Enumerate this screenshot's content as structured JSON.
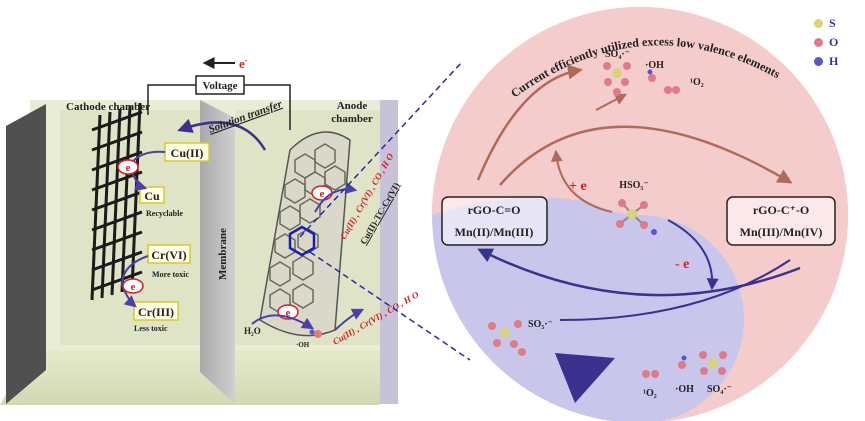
{
  "left_panel": {
    "electron_top": "e",
    "electron_sup": "-",
    "voltage": "Voltage",
    "cathode_chamber": "Cathode chamber",
    "anode_chamber_1": "Anode",
    "anode_chamber_2": "chamber",
    "solution_transfer": "Solution transfer",
    "membrane": "Membrane",
    "cu2": "Cu(II)",
    "cu": "Cu",
    "recyclable": "Recyclable",
    "cr6": "Cr(VI)",
    "more_toxic": "More toxic",
    "cr3": "Cr(III)",
    "less_toxic": "Less toxic",
    "e_bubble": "e",
    "anode_species_1": "Cu(II) , Cr(VI) , CO , H O",
    "anode_complex": "Cu(II)-TC-Cr(VI)",
    "anode_species_2": "Cu(II) , Cr(VI) , CO , H O",
    "h2o": "H₂O",
    "oh": "·OH"
  },
  "right_panel": {
    "arc_title": "Current efficiently utilized excess low valence elements",
    "left_box_line1": "rGO-C=O",
    "left_box_line2": "Mn(II)/Mn(III)",
    "right_box_line1": "rGO-C⁺-O",
    "right_box_line2": "Mn(III)/Mn(IV)",
    "plus_e": "+ e",
    "minus_e": "- e",
    "hso5": "HSO₅⁻",
    "so4_top": "SO₄·⁻",
    "oh_top": "·OH",
    "o2_top": "¹O₂",
    "so5": "SO₅·⁻",
    "o2_bottom": "¹O₂",
    "oh_bottom": "·OH",
    "so4_bottom": "SO₄·⁻"
  },
  "legend": [
    {
      "label": "S",
      "color": "#d9d37a"
    },
    {
      "label": "O",
      "color": "#e07a86"
    },
    {
      "label": "H",
      "color": "#5a56c8"
    }
  ],
  "colors": {
    "pink_region": "#f5cccc",
    "lavender_region": "#c9c6ec",
    "electron_red": "#d42020",
    "dark_arrow": "#3b3290",
    "cathode_wall": "#505050",
    "dashed_line": "#2a2aa0"
  }
}
